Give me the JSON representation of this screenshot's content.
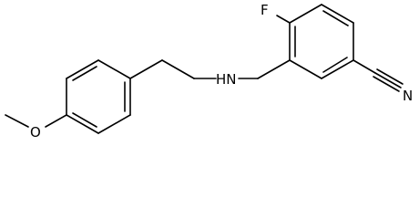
{
  "molecule": {
    "labels": {
      "fluorine": "F",
      "amine": "HN",
      "nitrile_nitrogen": "N",
      "ether_oxygen": "O"
    },
    "colors": {
      "bond": "#000000",
      "text": "#000000",
      "background": "#ffffff"
    }
  }
}
